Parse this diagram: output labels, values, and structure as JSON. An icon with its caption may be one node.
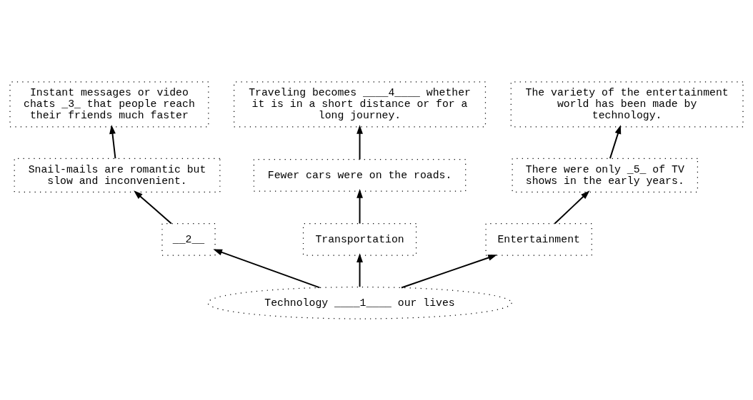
{
  "diagram": {
    "nodes": [
      {
        "text": [
          "Technology ____1____ our lives"
        ]
      },
      {
        "text": [
          "__2__"
        ]
      },
      {
        "text": [
          "Transportation"
        ]
      },
      {
        "text": [
          "Entertainment"
        ]
      },
      {
        "text": [
          "Snail-mails are romantic but slow and inconvenient."
        ]
      },
      {
        "text": [
          "Fewer cars were on the roads."
        ]
      },
      {
        "text": [
          "There were only _5_ of TV shows in the early years."
        ]
      },
      {
        "text": [
          "Instant messages or video chats _3_ that people reach their friends much faster"
        ]
      },
      {
        "text": [
          "Traveling becomes ____4____ whether it is in a short distance or for a long journey."
        ]
      },
      {
        "text": [
          "The variety of the entertainment world has been made by technology."
        ]
      }
    ],
    "edges": [
      {
        "from": 0,
        "to": 1,
        "arrow": "to"
      },
      {
        "from": 0,
        "to": 2,
        "arrow": "to"
      },
      {
        "from": 0,
        "to": 3,
        "arrow": "to"
      },
      {
        "from": 1,
        "to": 4,
        "arrow": "to"
      },
      {
        "from": 2,
        "to": 5,
        "arrow": "to"
      },
      {
        "from": 3,
        "to": 6,
        "arrow": "to"
      },
      {
        "from": 4,
        "to": 7,
        "arrow": "to"
      },
      {
        "from": 5,
        "to": 8,
        "arrow": "to"
      },
      {
        "from": 6,
        "to": 9,
        "arrow": "to"
      }
    ]
  }
}
